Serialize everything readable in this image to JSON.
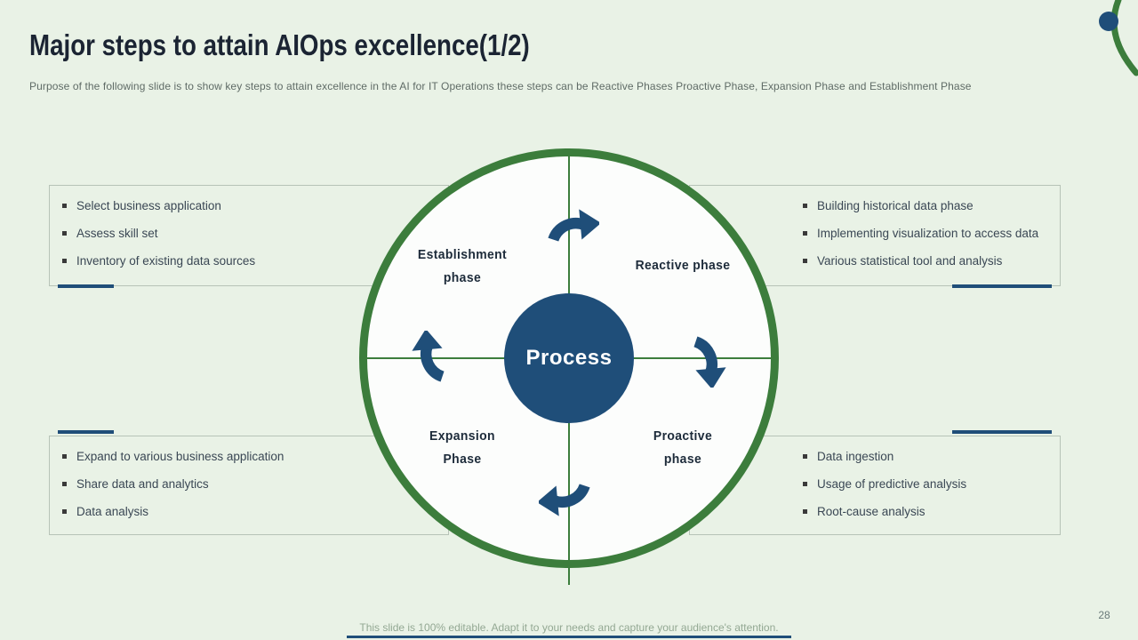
{
  "slide": {
    "title": "Major steps to attain AIOps excellence(1/2)",
    "subtitle": "Purpose of the following slide is to show key steps to attain excellence in the AI for IT Operations these steps can be Reactive Phases Proactive Phase, Expansion Phase and Establishment Phase",
    "footer": "This slide is 100% editable. Adapt it to your needs and capture your audience's attention.",
    "page_number": "28"
  },
  "diagram": {
    "type": "cycle",
    "center_label": "Process",
    "rotation": "clockwise",
    "phases": {
      "establishment": {
        "line1": "Establishment",
        "line2": "phase"
      },
      "reactive": {
        "line1": "Reactive phase",
        "line2": ""
      },
      "expansion": {
        "line1": "Expansion",
        "line2": "Phase"
      },
      "proactive": {
        "line1": "Proactive",
        "line2": "phase"
      }
    }
  },
  "boxes": {
    "top_left": {
      "items": [
        "Select business application",
        "Assess skill set",
        "Inventory of existing data sources"
      ]
    },
    "top_right": {
      "items": [
        "Building historical data phase",
        "Implementing visualization to access data",
        "Various statistical tool and analysis"
      ]
    },
    "bottom_left": {
      "items": [
        "Expand to various business application",
        "Share data and analytics",
        "Data analysis"
      ]
    },
    "bottom_right": {
      "items": [
        "Data ingestion",
        "Usage of predictive analysis",
        "Root-cause analysis"
      ]
    }
  },
  "colors": {
    "background": "#e9f2e6",
    "ring_green": "#3c7d3c",
    "navy": "#1f4e79",
    "title_text": "#1b2433",
    "body_text": "#3a4754",
    "footer_text": "#93a893"
  }
}
